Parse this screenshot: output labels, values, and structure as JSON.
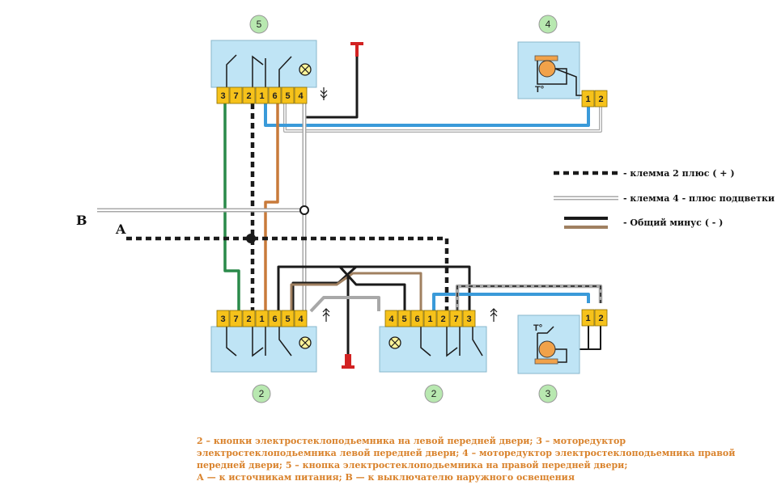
{
  "colors": {
    "module_fill": "#bfe4f5",
    "terminal_fill": "#f6c21b",
    "wire_black": "#1a1a1a",
    "wire_green": "#2a8a4a",
    "wire_orange": "#c87a3a",
    "wire_blue": "#3a9ad9",
    "wire_gray": "#a8a8a8",
    "wire_brown": "#a08060",
    "connector_red": "#d22222",
    "caption": "#d9822b"
  },
  "components": {
    "switch_top": {
      "number": "5",
      "pins": [
        "3",
        "7",
        "2",
        "1",
        "6",
        "5",
        "4"
      ]
    },
    "switch_left": {
      "number": "2",
      "pins": [
        "3",
        "7",
        "2",
        "1",
        "6",
        "5",
        "4"
      ]
    },
    "switch_right": {
      "number": "2",
      "pins": [
        "4",
        "5",
        "6",
        "1",
        "2",
        "7",
        "3"
      ]
    },
    "motor_top": {
      "number": "4",
      "pins": [
        "1",
        "2"
      ],
      "thermal_label": "T°"
    },
    "motor_bottom": {
      "number": "3",
      "pins": [
        "1",
        "2"
      ],
      "thermal_label": "T°"
    }
  },
  "bus_labels": {
    "a": "A",
    "b": "B"
  },
  "legend": [
    {
      "style": "dashed",
      "label": "- клемма 2 плюс ( + )"
    },
    {
      "style": "double",
      "label": "- клемма 4 - плюс подцветки"
    },
    {
      "style": "ground",
      "label": "- Общий минус ( - )"
    }
  ],
  "caption": [
    "2 – кнопки электростеклоподьемника на левой передней двери; 3 – моторедуктор",
    "электростеклоподьемника левой передней двери; 4 – моторедуктор электростеклоподьемника правой",
    "передней двери; 5 – кнопка электростеклоподьемника на правой передней двери;",
    "А — к источникам питания; В — к выключателю наружного освещения"
  ]
}
